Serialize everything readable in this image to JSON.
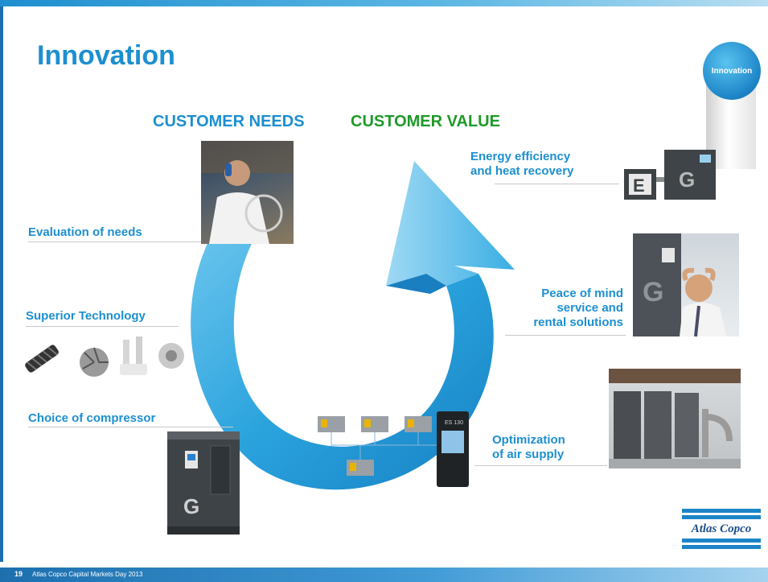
{
  "slide": {
    "title": "Innovation",
    "badge_label": "Innovation",
    "header_needs": "CUSTOMER NEEDS",
    "header_value": "CUSTOMER VALUE",
    "left_items": [
      {
        "label": "Evaluation of needs"
      },
      {
        "label": "Superior Technology"
      },
      {
        "label": "Choice of compressor"
      }
    ],
    "right_items": [
      {
        "line1": "Energy efficiency",
        "line2": "and heat recovery"
      },
      {
        "line1": "Peace of mind",
        "line2": "service and",
        "line3": "rental solutions"
      },
      {
        "line1": "Optimization",
        "line2": "of air supply"
      }
    ],
    "controller_screen_text": "ES 130",
    "logo_text": "Atlas Copco"
  },
  "footer": {
    "page_number": "19",
    "text": "Atlas Copco Capital Markets Day 2013"
  },
  "colors": {
    "brand_blue": "#1c8fd0",
    "value_green": "#1e9a2a",
    "arrow_blue": "#2aa3dd",
    "footer_blue": "#1d6fae"
  }
}
